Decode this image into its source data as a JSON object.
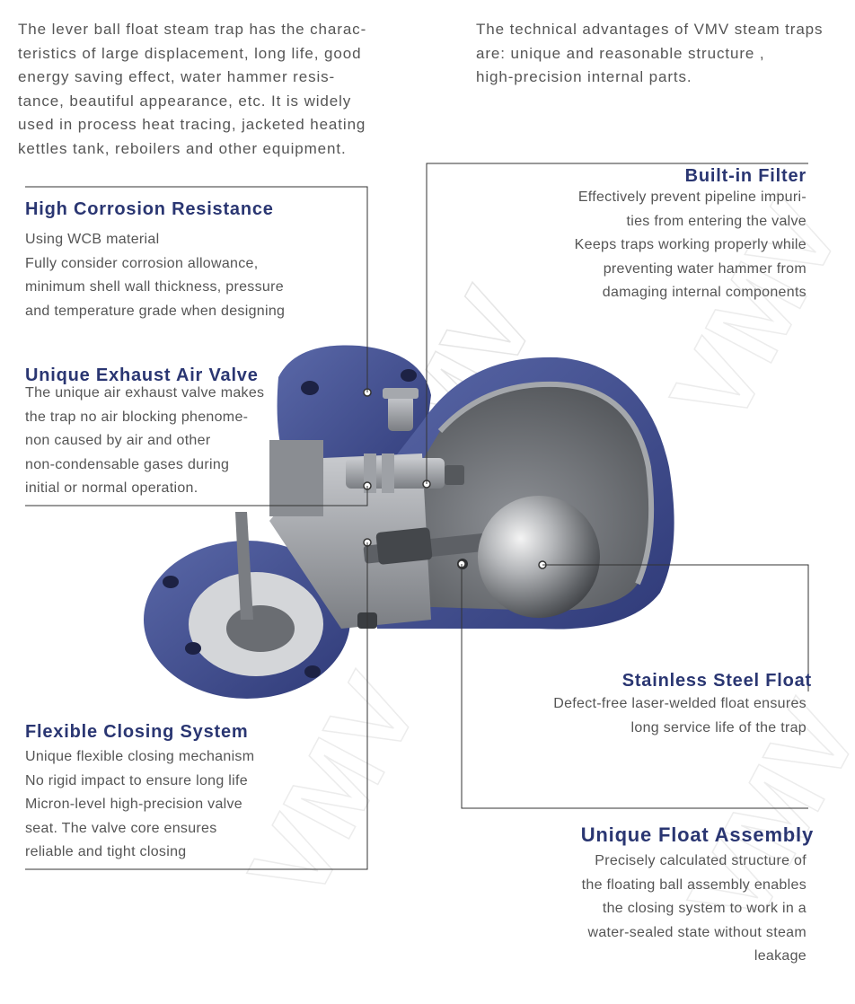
{
  "intro_left": [
    "The lever ball float steam trap has the charac-",
    "teristics of large displacement, long life, good",
    "energy saving effect, water hammer resis-",
    "tance, beautiful appearance, etc. It is widely",
    "used in process heat tracing, jacketed heating",
    "kettles tank, reboilers and other equipment."
  ],
  "intro_right": [
    "The technical advantages of VMV steam traps",
    "are: unique and reasonable structure ,",
    "high-precision internal parts."
  ],
  "features": {
    "corrosion": {
      "title": "High Corrosion Resistance",
      "lines": [
        "Using WCB material",
        "Fully consider corrosion allowance,",
        "minimum shell wall thickness, pressure",
        "and temperature grade when designing"
      ]
    },
    "exhaust": {
      "title": "Unique Exhaust Air Valve",
      "lines": [
        "The unique air exhaust valve makes",
        "the trap no air blocking phenome-",
        "non caused by air and other",
        "non-condensable gases during",
        "initial or normal operation."
      ]
    },
    "closing": {
      "title": "Flexible Closing System",
      "lines": [
        "Unique flexible closing mechanism",
        "No rigid impact to ensure long life",
        "Micron-level high-precision valve",
        "seat. The valve core ensures",
        "reliable and tight closing"
      ]
    },
    "filter": {
      "title": "Built-in Filter",
      "lines": [
        "Effectively prevent pipeline impuri-",
        "ties from entering the valve",
        "Keeps traps working properly while",
        "preventing water hammer from",
        "damaging internal components"
      ]
    },
    "float": {
      "title": "Stainless Steel Float",
      "lines": [
        "Defect-free laser-welded float ensures",
        "long service life of the trap"
      ]
    },
    "assembly": {
      "title": "Unique Float Assembly",
      "lines": [
        "Precisely calculated structure of",
        "the floating ball assembly enables",
        "the closing system to work in a",
        "water-sealed state without steam",
        "leakage"
      ]
    }
  },
  "watermark": "VMV",
  "colors": {
    "heading": "#2a3672",
    "body_text": "#555555",
    "body_blue": "#3e4b8c",
    "steel": "#8a8d92",
    "callout_line": "#333333"
  }
}
